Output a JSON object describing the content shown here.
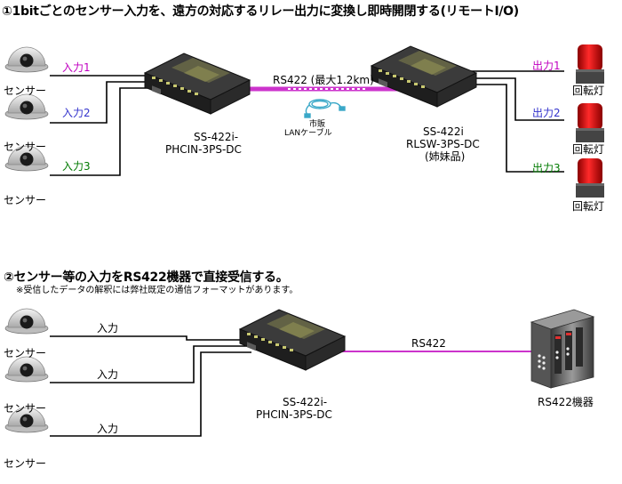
{
  "section1": {
    "title": "①1bitごとのセンサー入力を、遠方の対応するリレー出力に変換し即時開閉する(リモートI/O)",
    "sensor_label": "センサー",
    "inputs": [
      "入力1",
      "入力2",
      "入力3"
    ],
    "input_colors": [
      "#c000c0",
      "#3333cc",
      "#007a00"
    ],
    "device_left": {
      "line1": "SS-422i-",
      "line2": "PHCIN-3PS-DC"
    },
    "link_label": "RS422 (最大1.2km)",
    "cable_label": {
      "line1": "市販",
      "line2": "LANケーブル"
    },
    "device_right": {
      "line1": "SS-422i",
      "line2": "RLSW-3PS-DC",
      "line3": "(姉妹品)"
    },
    "outputs": [
      "出力1",
      "出力2",
      "出力3"
    ],
    "output_colors": [
      "#c000c0",
      "#3333cc",
      "#007a00"
    ],
    "lamp_label": "回転灯"
  },
  "section2": {
    "title": "②センサー等の入力をRS422機器で直接受信する。",
    "note": "※受信したデータの解釈には弊社既定の通信フォーマットがあります。",
    "sensor_label": "センサー",
    "inputs": [
      "入力",
      "入力",
      "入力"
    ],
    "device": {
      "line1": "SS-422i-",
      "line2": "PHCIN-3PS-DC"
    },
    "link_label": "RS422",
    "equipment_label": "RS422機器"
  },
  "colors": {
    "link": "#cc33cc",
    "wire": "#000000"
  }
}
